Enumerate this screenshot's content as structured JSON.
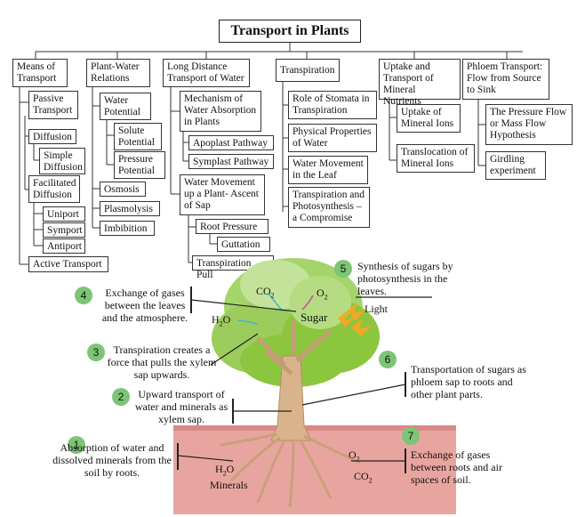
{
  "title": "Transport in Plants",
  "columns": {
    "c1": "Means of Transport",
    "c2": "Plant-Water Relations",
    "c3": "Long Distance Transport of Water",
    "c4": "Transpiration",
    "c5": "Uptake and Transport of Mineral Nutrients",
    "c6": "Phloem Transport: Flow from Source to Sink"
  },
  "nodes": {
    "passive": "Passive Transport",
    "diffusion": "Diffusion",
    "simple": "Simple Diffusion",
    "facilitated": "Facilitated Diffusion",
    "uniport": "Uniport",
    "symport": "Symport",
    "antiport": "Antiport",
    "active": "Active Transport",
    "waterpot": "Water Potential",
    "solute": "Solute Potential",
    "pressure": "Pressure Potential",
    "osmosis": "Osmosis",
    "plasmolysis": "Plasmolysis",
    "imbibition": "Imbibition",
    "mechanism": "Mechanism of Water Absorption in Plants",
    "apoplast": "Apoplast Pathway",
    "symplast": "Symplast Pathway",
    "ascent": "Water Movement up a Plant- Ascent of Sap",
    "rootpressure": "Root Pressure",
    "guttation": "Guttation",
    "pull": "Transpiration Pull",
    "stomata": "Role of Stomata in Transpiration",
    "physical": "Physical Properties of Water",
    "leafmove": "Water Movement in the Leaf",
    "compromise": "Transpiration and Photosynthesis – a Compromise",
    "uptakeions": "Uptake of Mineral Ions",
    "transloc": "Translocation of Mineral Ions",
    "massflow": "The Pressure Flow or Mass Flow Hypothesis",
    "girdling": "Girdling experiment"
  },
  "steps": [
    {
      "n": "1",
      "text": "Absorption of water and dissolved minerals from the soil by roots."
    },
    {
      "n": "2",
      "text": "Upward transport of water and minerals as xylem sap."
    },
    {
      "n": "3",
      "text": "Transpiration creates a force that pulls the xylem sap upwards."
    },
    {
      "n": "4",
      "text": "Exchange of gases between the leaves and the atmosphere."
    },
    {
      "n": "5",
      "text": "Synthesis of sugars by photosynthesis in the leaves."
    },
    {
      "n": "6",
      "text": "Transportation of sugars as phloem sap to roots and other plant parts."
    },
    {
      "n": "7",
      "text": "Exchange of gases between roots and air spaces of soil."
    }
  ],
  "tree_labels": {
    "co2_top": "CO",
    "o2_top": "O",
    "sugar": "Sugar",
    "light": "Light",
    "h2o_top": "H",
    "h2o_bottom": "H",
    "minerals": "Minerals",
    "o2_bottom": "O",
    "co2_bottom": "CO",
    "sub2": "2",
    "o_suffix": "O"
  },
  "colors": {
    "leaf": "#8cc63f",
    "trunk": "#d9b38c",
    "soil": "#e8a5a0",
    "badge": "#7cc576",
    "sun": "#f5a623"
  }
}
